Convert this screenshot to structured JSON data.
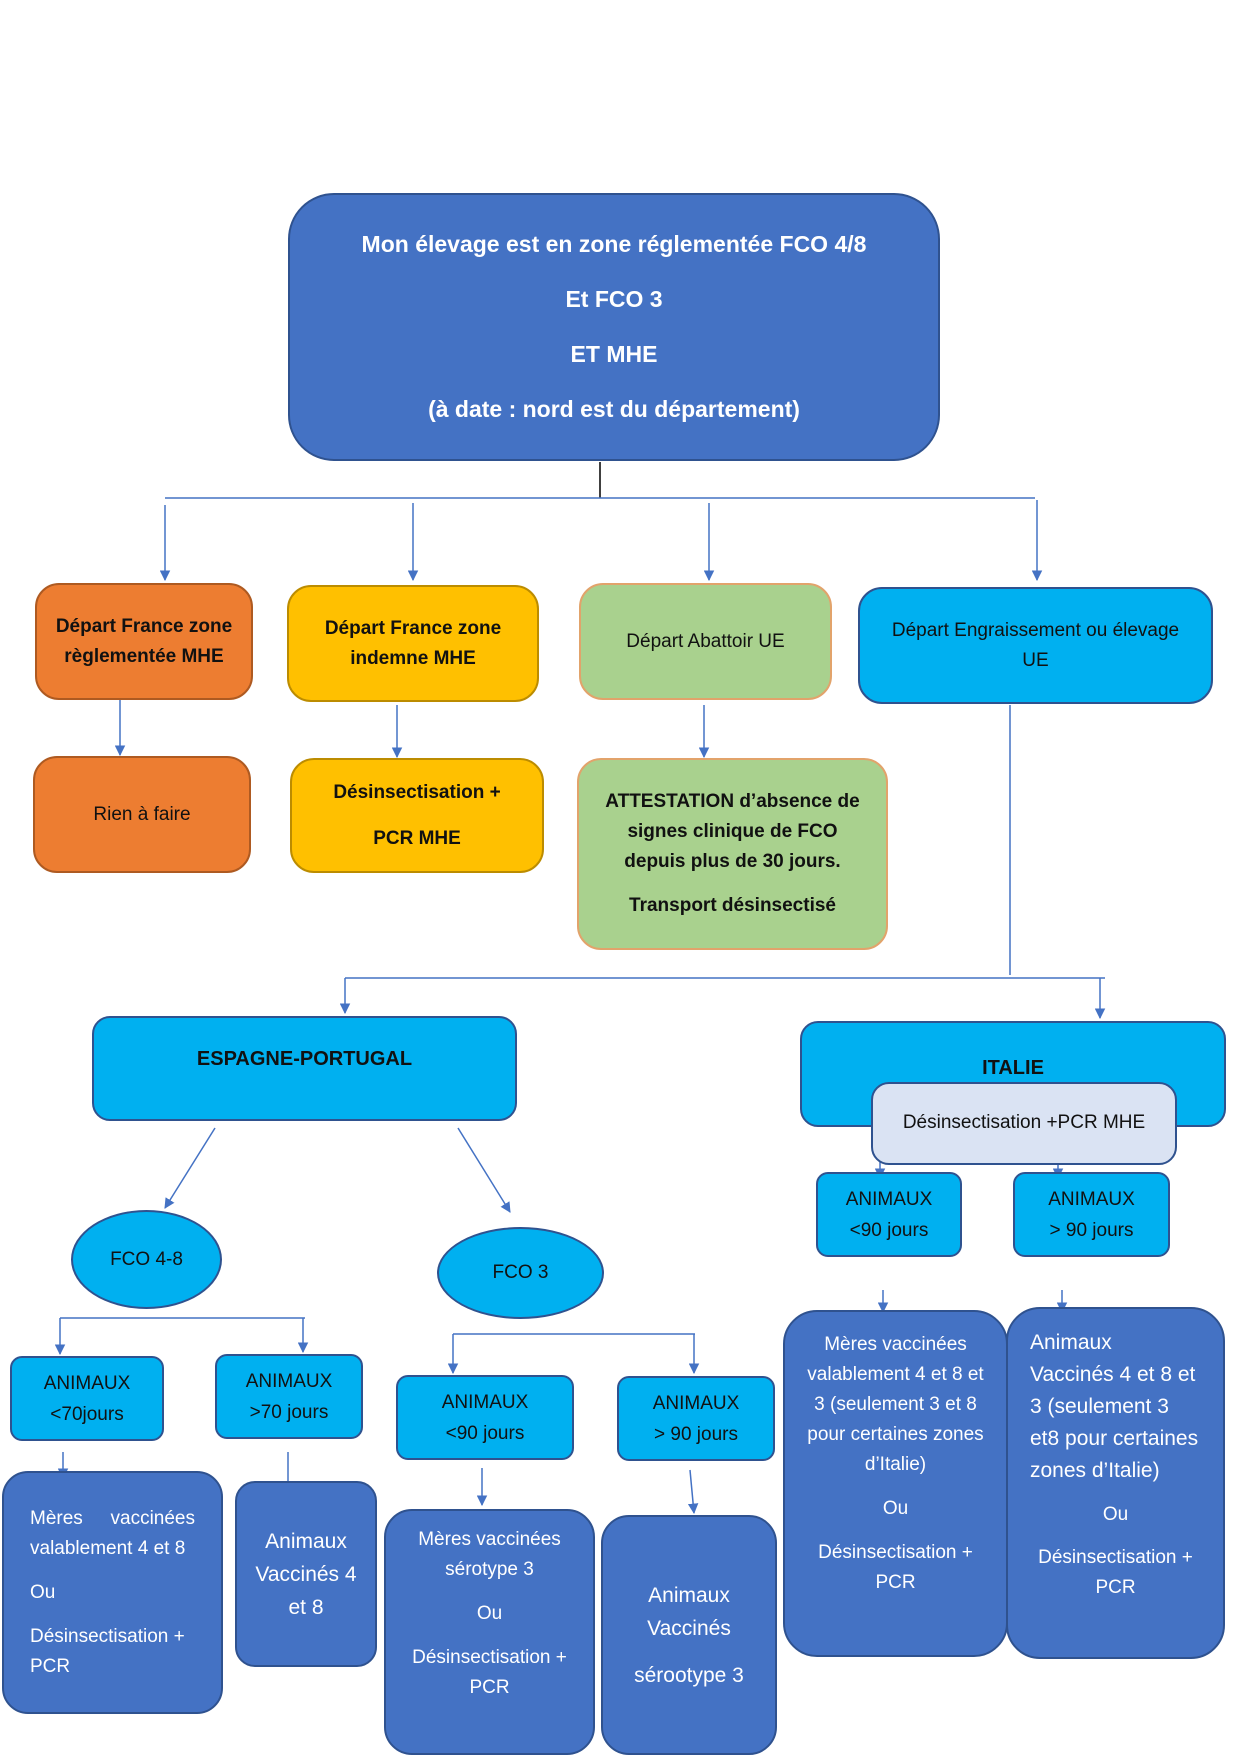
{
  "top_box": {
    "line1": "Mon élevage est en zone réglementée FCO  4/8",
    "line2": "Et FCO 3",
    "line3": "ET MHE",
    "line4": "(à date : nord est du département)"
  },
  "branches": {
    "france_reglementee": {
      "title": "Départ France zone règlementée MHE",
      "result": "Rien à faire"
    },
    "france_indemne": {
      "title": "Départ France zone indemne MHE",
      "result_line1": "Désinsectisation +",
      "result_line2": "PCR MHE"
    },
    "abattoir": {
      "title": "Départ Abattoir UE",
      "result_line1": "ATTESTATION d’absence de signes clinique de FCO depuis plus de 30 jours.",
      "result_line2": "Transport désinsectisé"
    },
    "engraissement": {
      "title": "Départ Engraissement ou élevage UE"
    }
  },
  "espagne": {
    "title": "ESPAGNE-PORTUGAL",
    "fco48": {
      "label": "FCO 4-8",
      "young": {
        "label1": "ANIMAUX",
        "label2": "<70jours",
        "r1": "Mères   vaccinées valablement  4  et 8",
        "r2": "Ou",
        "r3": "Désinsectisation + PCR"
      },
      "old": {
        "label1": "ANIMAUX",
        "label2": ">70 jours",
        "r1": "Animaux Vaccinés 4 et 8"
      }
    },
    "fco3": {
      "label": "FCO 3",
      "young": {
        "label1": "ANIMAUX",
        "label2": "<90 jours",
        "r1": "Mères vaccinées sérotype 3",
        "r2": "Ou",
        "r3": "Désinsectisation + PCR"
      },
      "old": {
        "label1": "ANIMAUX",
        "label2": "> 90 jours",
        "r1": "Animaux Vaccinés",
        "r2": "sérootype 3"
      }
    }
  },
  "italie": {
    "title": "ITALIE",
    "sub": "Désinsectisation +PCR MHE",
    "young": {
      "label1": "ANIMAUX",
      "label2": "<90 jours",
      "r1": "Mères vaccinées valablement 4 et 8 et 3 (seulement 3 et  8 pour certaines zones d’Italie)",
      "r2": "Ou",
      "r3": "Désinsectisation + PCR"
    },
    "old": {
      "label1": "ANIMAUX",
      "label2": "> 90 jours",
      "r1": "Animaux Vaccinés 4 et 8 et 3  (seulement 3 et8 pour certaines zones d’Italie)",
      "r2": "Ou",
      "r3": "Désinsectisation + PCR"
    }
  },
  "colors": {
    "dark_blue": "#4472c4",
    "orange": "#ed7d31",
    "yellow": "#ffc000",
    "green": "#a9d18e",
    "cyan": "#00b0f0",
    "lavender": "#dae3f3",
    "line": "#4472c4"
  }
}
